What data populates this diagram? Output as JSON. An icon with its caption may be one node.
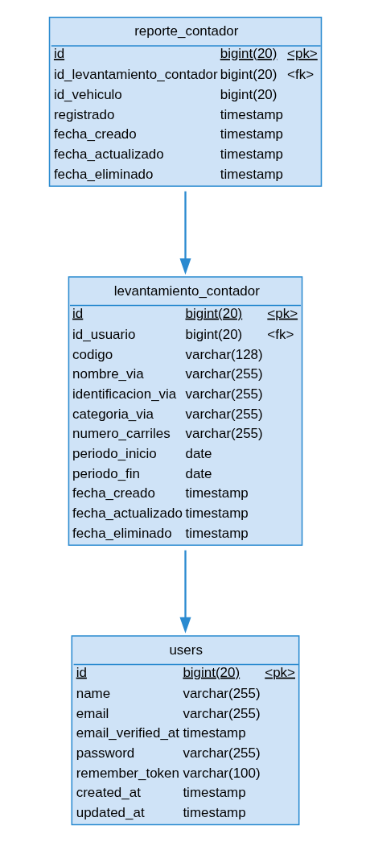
{
  "diagram": {
    "nodes": [
      {
        "text": [
          "reporte_contador",
          "id",
          "bigint(20)",
          "<pk>",
          "id_levantamiento_contador",
          "bigint(20)",
          "<fk>",
          "id_vehiculo",
          "bigint(20)",
          "registrado",
          "timestamp",
          "fecha_creado",
          "timestamp",
          "fecha_actualizado",
          "timestamp",
          "fecha_eliminado",
          "timestamp"
        ]
      },
      {
        "text": [
          "levantamiento_contador",
          "id",
          "bigint(20)",
          "<pk>",
          "id_usuario",
          "bigint(20)",
          "<fk>",
          "codigo",
          "varchar(128)",
          "nombre_via",
          "varchar(255)",
          "identificacion_via",
          "varchar(255)",
          "categoria_via",
          "varchar(255)",
          "numero_carriles",
          "varchar(255)",
          "periodo_inicio",
          "date",
          "periodo_fin",
          "date",
          "fecha_creado",
          "timestamp",
          "fecha_actualizado",
          "timestamp",
          "fecha_eliminado",
          "timestamp"
        ]
      },
      {
        "text": [
          "users",
          "id",
          "bigint(20)",
          "<pk>",
          "name",
          "varchar(255)",
          "email",
          "varchar(255)",
          "email_verified_at",
          "timestamp",
          "password",
          "varchar(255)",
          "remember_token",
          "varchar(100)",
          "created_at",
          "timestamp",
          "updated_at",
          "timestamp"
        ]
      }
    ],
    "edges": [
      {
        "from": 0,
        "to": 1,
        "arrow": "to"
      },
      {
        "from": 1,
        "to": 2,
        "arrow": "to"
      }
    ]
  }
}
